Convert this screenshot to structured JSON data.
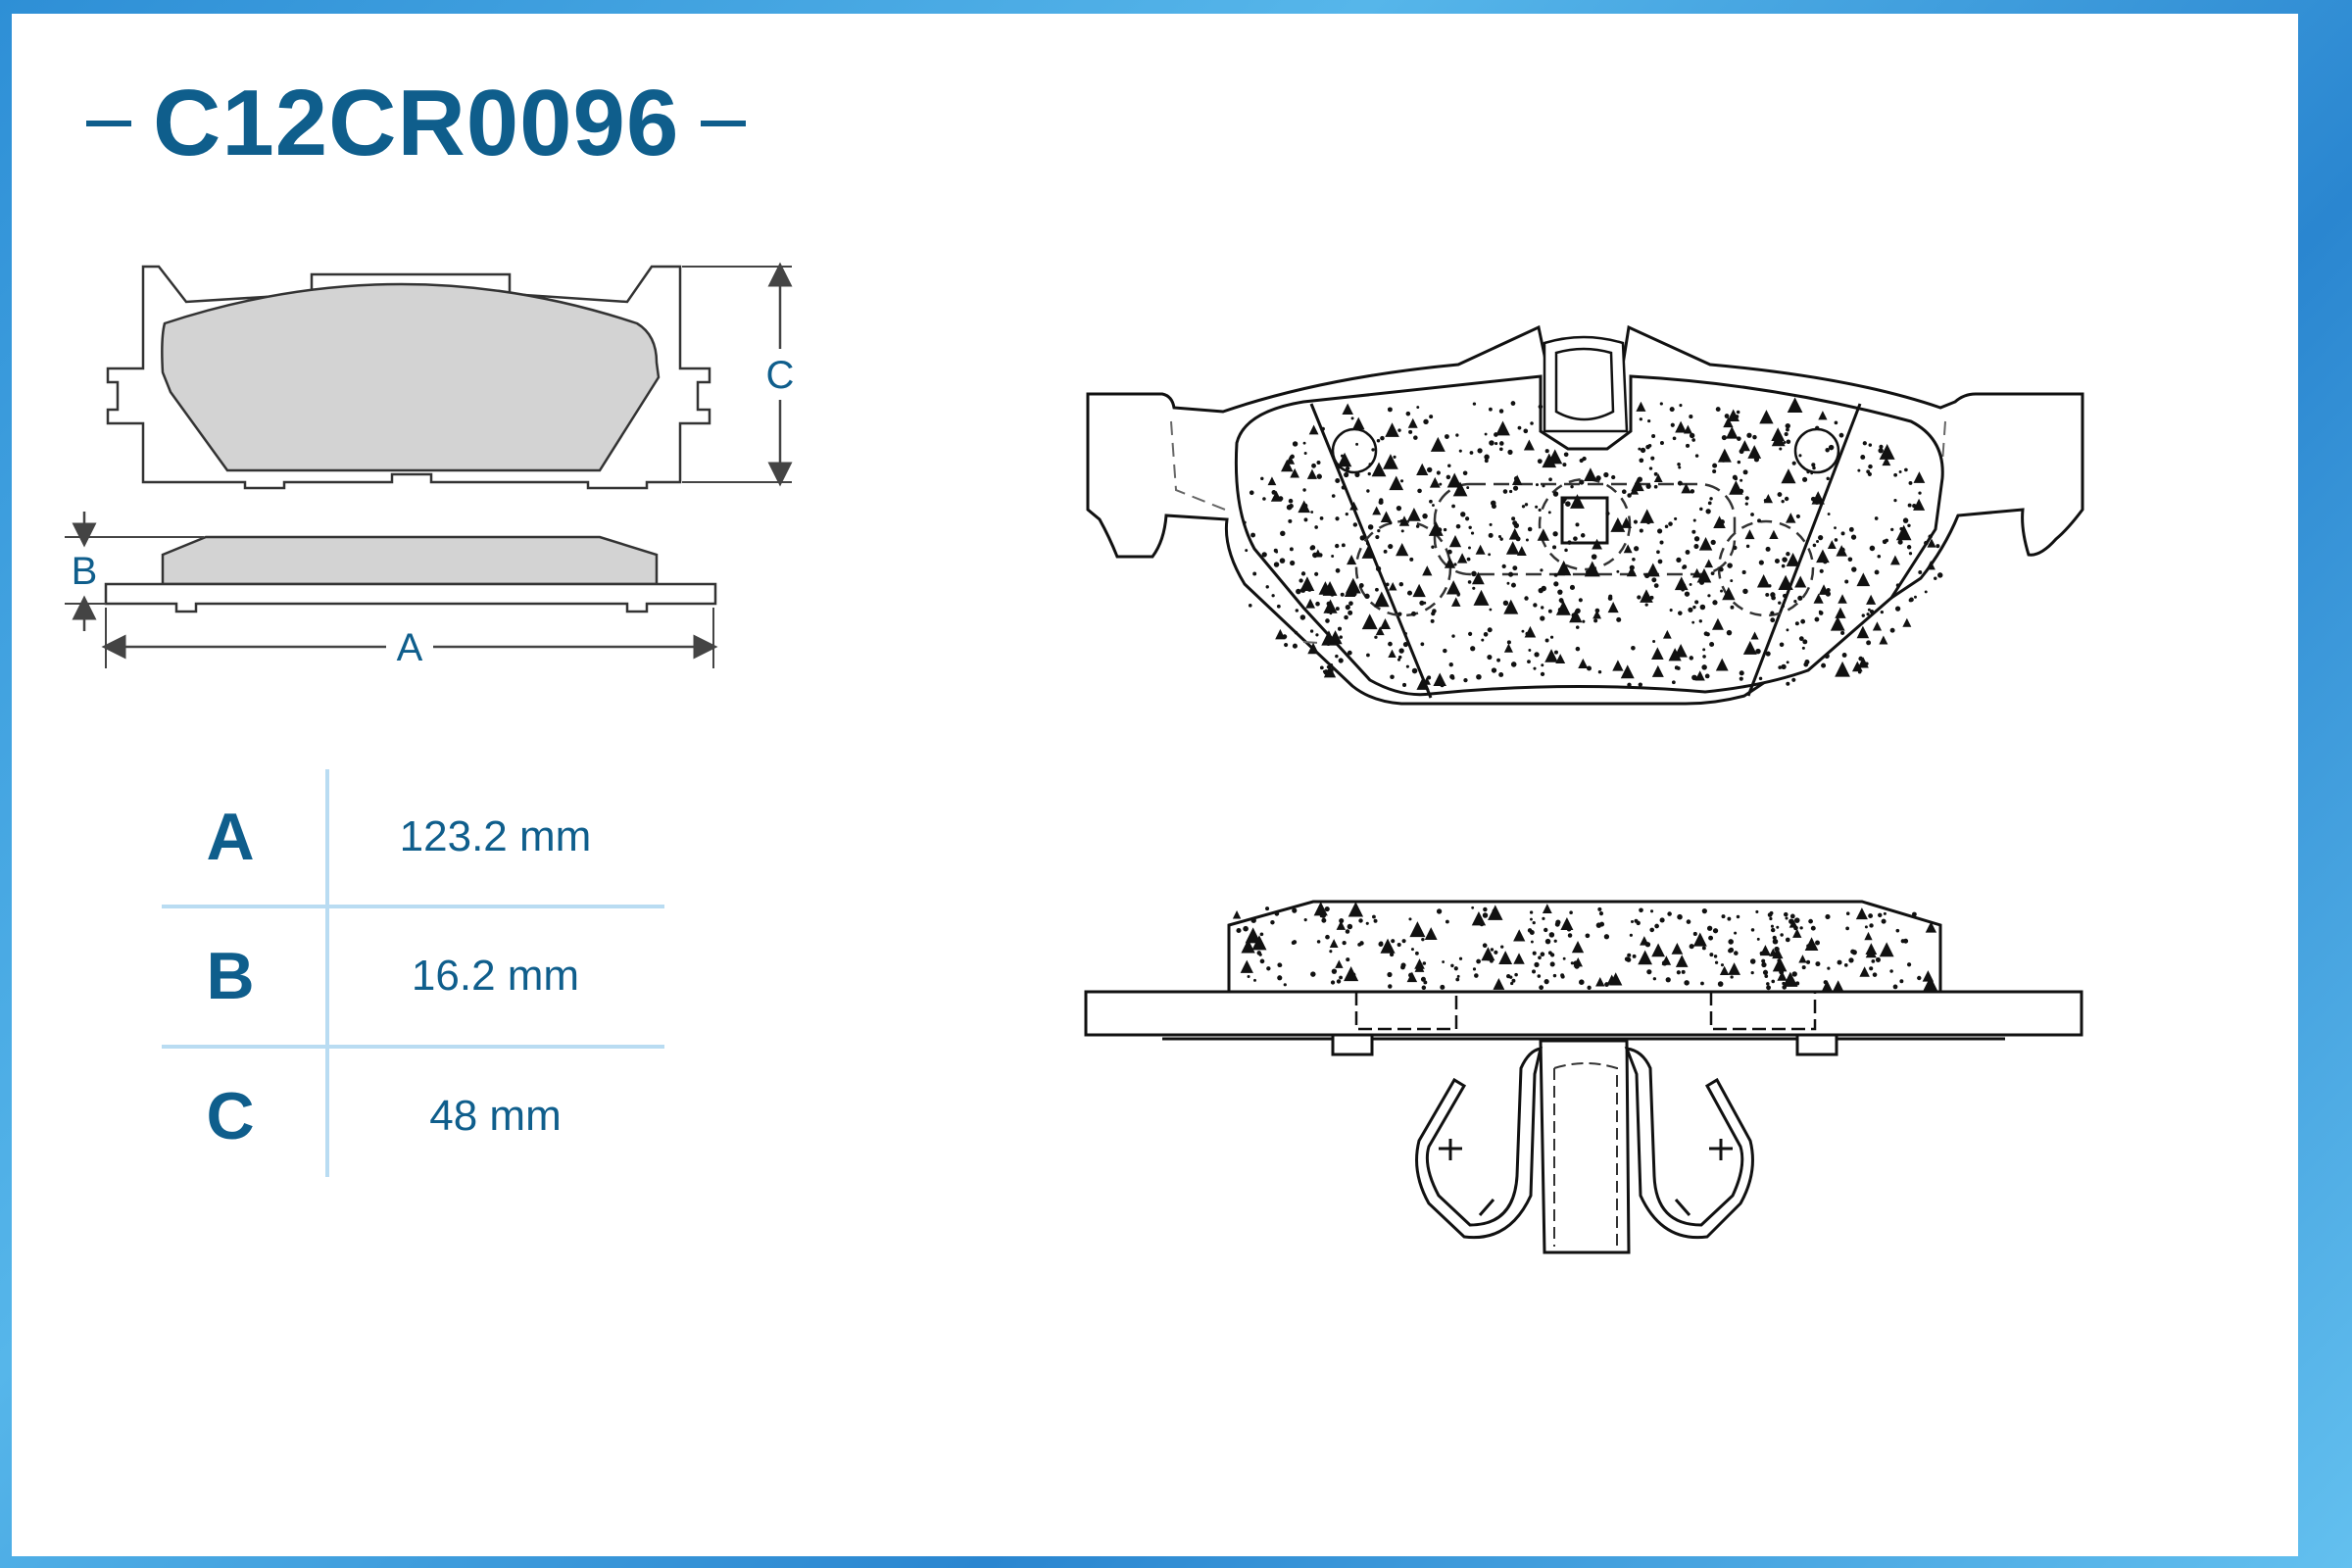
{
  "part": {
    "code": "C12CR0096"
  },
  "dimension_labels": {
    "a": "A",
    "b": "B",
    "c": "C"
  },
  "specs": [
    {
      "key": "A",
      "value": "123.2 mm"
    },
    {
      "key": "B",
      "value": "16.2 mm"
    },
    {
      "key": "C",
      "value": "48 mm"
    }
  ],
  "colors": {
    "brand": "#0f5e8c",
    "divider": "#b9dcf2",
    "pad_fill": "#d3d3d3",
    "frame": "#3a97dc"
  }
}
